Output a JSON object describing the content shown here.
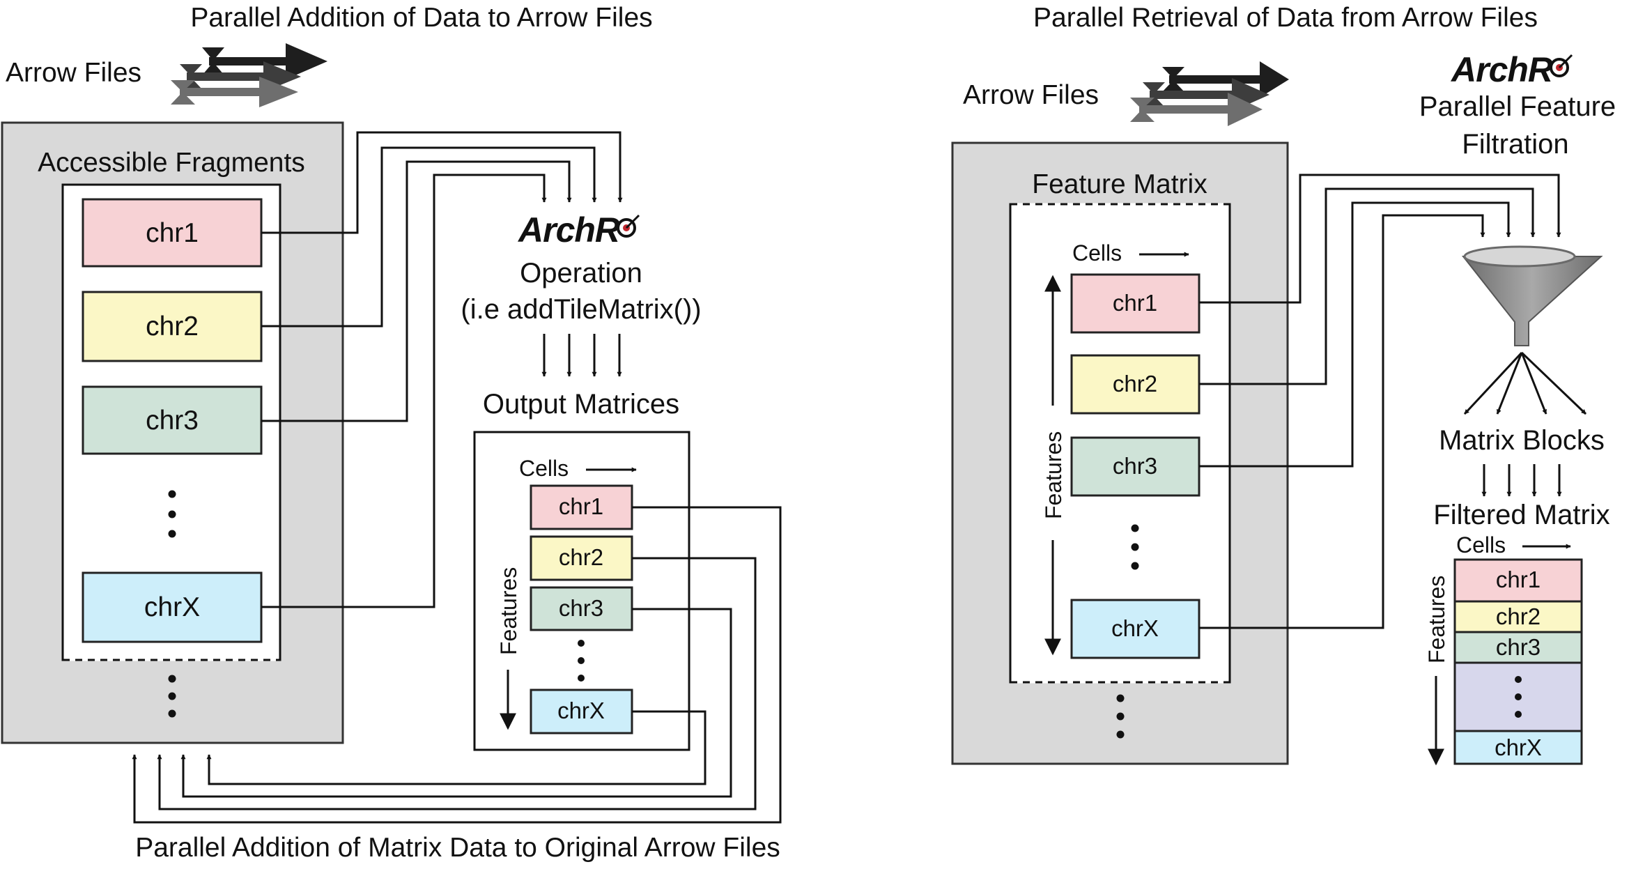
{
  "colors": {
    "chr1": "#f7d2d5",
    "chr2": "#fbf7c6",
    "chr3": "#cfe3d8",
    "chrX": "#cdeefa",
    "blocks_middle": "#d7d7ec",
    "panel_gray": "#d9d9d9"
  },
  "left": {
    "title": "Parallel Addition of Data to Arrow Files",
    "arrow_files_label": "Arrow Files",
    "fragments_title": "Accessible Fragments",
    "chromosomes": [
      "chr1",
      "chr2",
      "chr3",
      "chrX"
    ],
    "logo": "ArchR",
    "operation_line1": "Operation",
    "operation_line2": "(i.e addTileMatrix())",
    "output_title": "Output Matrices",
    "cells_label": "Cells",
    "features_label": "Features",
    "bottom_caption": "Parallel Addition of Matrix Data to Original Arrow Files"
  },
  "right": {
    "title": "Parallel Retrieval of Data from Arrow Files",
    "arrow_files_label": "Arrow Files",
    "logo": "ArchR",
    "filtration_line1": "Parallel Feature",
    "filtration_line2": "Filtration",
    "matrix_title": "Feature Matrix",
    "cells_label": "Cells",
    "features_label": "Features",
    "chromosomes": [
      "chr1",
      "chr2",
      "chr3",
      "chrX"
    ],
    "matrix_blocks": "Matrix Blocks",
    "filtered_title": "Filtered Matrix",
    "filtered_cells_label": "Cells",
    "filtered_features_label": "Features",
    "filtered_rows": [
      "chr1",
      "chr2",
      "chr3",
      "chrX"
    ]
  }
}
